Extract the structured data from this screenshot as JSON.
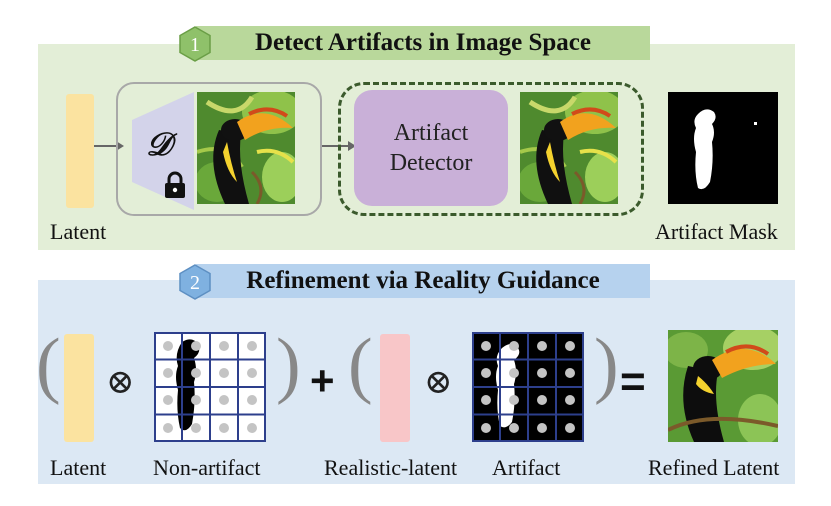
{
  "stage1": {
    "number": "1",
    "title": "Detect Artifacts in Image Space",
    "decoder_symbol": "𝒟",
    "detector_label": "Artifact Detector",
    "latent_label": "Latent",
    "mask_label": "Artifact Mask"
  },
  "stage2": {
    "number": "2",
    "title": "Refinement via Reality Guidance",
    "latent_label": "Latent",
    "nonartifact_label": "Non-artifact",
    "realistic_label": "Realistic-latent",
    "artifact_label": "Artifact",
    "refined_label": "Refined Latent",
    "paren_open": "(",
    "paren_close": ")",
    "otimes": "⊗",
    "plus": "+",
    "equals": "="
  },
  "colors": {
    "panel1": "#e3eed7",
    "panel2": "#dce8f4",
    "badge1": "#8fc16a",
    "badge2": "#7fb1e0",
    "latent": "#fbe3a0",
    "realistic_latent": "#f8c6c8",
    "detector": "#c9b0d8",
    "decoder": "#d3d3ea",
    "grid_line": "#2d3f8c",
    "dashed_border": "#3b5a2c"
  }
}
